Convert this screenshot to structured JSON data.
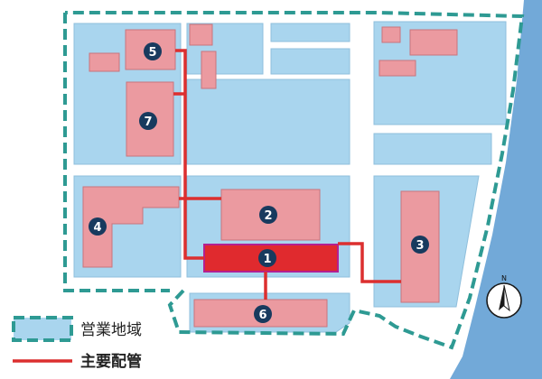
{
  "colors": {
    "block": "#a9d5ee",
    "block_stroke": "#8fbfdc",
    "building": "#eb9aa0",
    "building_stroke": "#c9747c",
    "main_building": "#e02a2e",
    "main_building_stroke": "#b42090",
    "pipe": "#dc2f2f",
    "boundary": "#2e9a93",
    "sea": "#72a9d8",
    "marker": "#183a5e"
  },
  "markers": [
    {
      "id": "5",
      "label": "5"
    },
    {
      "id": "7",
      "label": "7"
    },
    {
      "id": "4",
      "label": "4"
    },
    {
      "id": "2",
      "label": "2"
    },
    {
      "id": "1",
      "label": "1"
    },
    {
      "id": "3",
      "label": "3"
    },
    {
      "id": "6",
      "label": "6"
    }
  ],
  "compass": {
    "label": "N"
  },
  "legend": {
    "area_label": "営業地域",
    "pipe_label": "主要配管"
  }
}
